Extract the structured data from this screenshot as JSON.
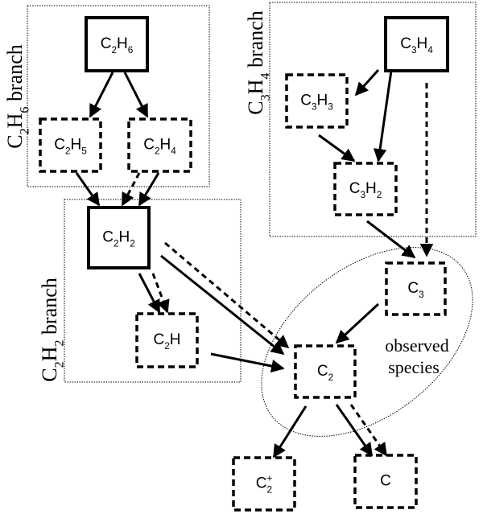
{
  "regions": [
    {
      "id": "c2h6-branch",
      "label": [
        {
          "t": "C"
        },
        {
          "t": "2",
          "sub": true
        },
        {
          "t": "H"
        },
        {
          "t": "6",
          "sub": true
        },
        {
          "t": "  branch"
        }
      ]
    },
    {
      "id": "c3h4-branch",
      "label": [
        {
          "t": "C"
        },
        {
          "t": "3",
          "sub": true
        },
        {
          "t": "H"
        },
        {
          "t": "4",
          "sub": true
        },
        {
          "t": "  branch"
        }
      ]
    },
    {
      "id": "c2h2-branch",
      "label": [
        {
          "t": "C"
        },
        {
          "t": "2",
          "sub": true
        },
        {
          "t": "H"
        },
        {
          "t": "2",
          "sub": true
        },
        {
          "t": "  branch"
        }
      ]
    }
  ],
  "observed": {
    "line1": "observed",
    "line2": "species"
  },
  "nodes": [
    {
      "id": "C2H6",
      "style": "solid",
      "label": [
        {
          "t": "C"
        },
        {
          "t": "2",
          "sub": true
        },
        {
          "t": "H"
        },
        {
          "t": "6",
          "sub": true
        }
      ]
    },
    {
      "id": "C2H5",
      "style": "dashed",
      "label": [
        {
          "t": "C"
        },
        {
          "t": "2",
          "sub": true
        },
        {
          "t": "H"
        },
        {
          "t": "5",
          "sub": true
        }
      ]
    },
    {
      "id": "C2H4",
      "style": "dashed",
      "label": [
        {
          "t": "C"
        },
        {
          "t": "2",
          "sub": true
        },
        {
          "t": "H"
        },
        {
          "t": "4",
          "sub": true
        }
      ]
    },
    {
      "id": "C3H4",
      "style": "solid",
      "label": [
        {
          "t": "C"
        },
        {
          "t": "3",
          "sub": true
        },
        {
          "t": "H"
        },
        {
          "t": "4",
          "sub": true
        }
      ]
    },
    {
      "id": "C3H3",
      "style": "dashed",
      "label": [
        {
          "t": "C"
        },
        {
          "t": "3",
          "sub": true
        },
        {
          "t": "H"
        },
        {
          "t": "3",
          "sub": true
        }
      ]
    },
    {
      "id": "C3H2",
      "style": "dashed",
      "label": [
        {
          "t": "C"
        },
        {
          "t": "3",
          "sub": true
        },
        {
          "t": "H"
        },
        {
          "t": "2",
          "sub": true
        }
      ]
    },
    {
      "id": "C2H2",
      "style": "solid",
      "label": [
        {
          "t": "C"
        },
        {
          "t": "2",
          "sub": true
        },
        {
          "t": "H"
        },
        {
          "t": "2",
          "sub": true
        }
      ]
    },
    {
      "id": "C2H",
      "style": "dashed",
      "label": [
        {
          "t": "C"
        },
        {
          "t": "2",
          "sub": true
        },
        {
          "t": "H"
        }
      ]
    },
    {
      "id": "C3",
      "style": "dashed",
      "label": [
        {
          "t": "C"
        },
        {
          "t": "3",
          "sub": true
        }
      ]
    },
    {
      "id": "C2",
      "style": "dashed",
      "label": [
        {
          "t": "C"
        },
        {
          "t": "2",
          "sub": true
        }
      ]
    },
    {
      "id": "C2+",
      "style": "dashed",
      "label": [
        {
          "t": "C"
        },
        {
          "t": "+",
          "sup": true
        },
        {
          "t": "2",
          "sub": true
        }
      ]
    },
    {
      "id": "C",
      "style": "dashed",
      "label": [
        {
          "t": "C"
        }
      ]
    }
  ],
  "edges": [
    {
      "from": "C2H6",
      "to": "C2H5",
      "style": "solid"
    },
    {
      "from": "C2H6",
      "to": "C2H4",
      "style": "solid"
    },
    {
      "from": "C2H5",
      "to": "C2H2",
      "style": "solid"
    },
    {
      "from": "C2H4",
      "to": "C2H2",
      "style": "dashed"
    },
    {
      "from": "C2H4",
      "to": "C2H2",
      "style": "solid"
    },
    {
      "from": "C3H4",
      "to": "C3H3",
      "style": "solid"
    },
    {
      "from": "C3H4",
      "to": "C3H2",
      "style": "solid"
    },
    {
      "from": "C3H3",
      "to": "C3H2",
      "style": "solid"
    },
    {
      "from": "C3H4",
      "to": "C3",
      "style": "dashed"
    },
    {
      "from": "C3H2",
      "to": "C3",
      "style": "solid"
    },
    {
      "from": "C2H2",
      "to": "C2",
      "style": "solid"
    },
    {
      "from": "C2H2",
      "to": "C2",
      "style": "dashed"
    },
    {
      "from": "C2H2",
      "to": "C2H",
      "style": "solid"
    },
    {
      "from": "C2H2",
      "to": "C2H",
      "style": "dashed"
    },
    {
      "from": "C2H",
      "to": "C2",
      "style": "solid"
    },
    {
      "from": "C3",
      "to": "C2",
      "style": "solid"
    },
    {
      "from": "C2",
      "to": "C2+",
      "style": "solid"
    },
    {
      "from": "C2",
      "to": "C",
      "style": "solid"
    },
    {
      "from": "C2",
      "to": "C",
      "style": "dashed"
    }
  ]
}
